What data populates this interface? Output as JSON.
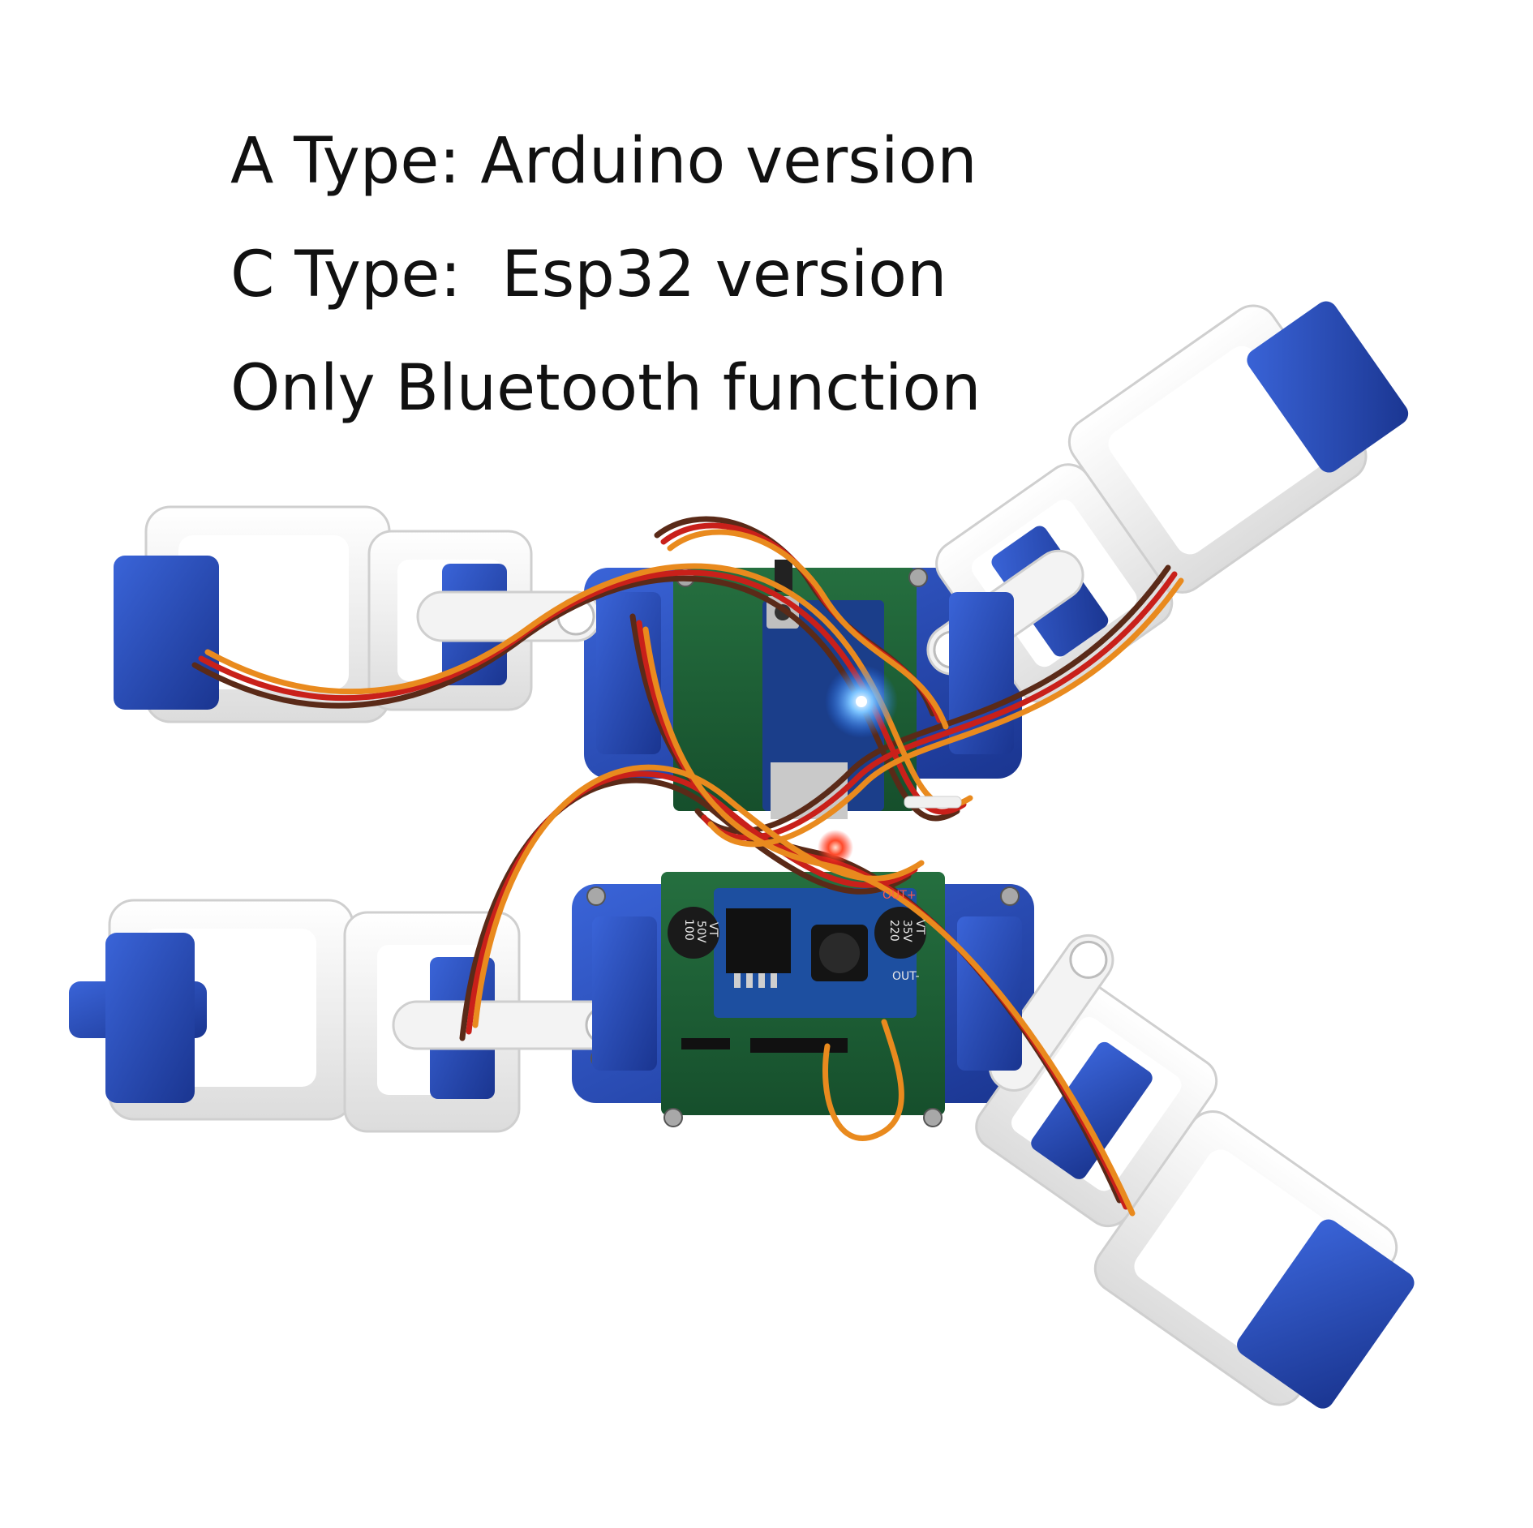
{
  "caption": {
    "line1": "A Type: Arduino version",
    "line2": "C Type:  Esp32 version",
    "line3": "Only Bluetooth function"
  },
  "board_labels": {
    "cap1_value": "100",
    "cap1_voltage": "50V",
    "cap1_mark": "VT",
    "cap2_value": "220",
    "cap2_voltage": "35V",
    "cap2_mark": "VT",
    "out_plus": "OUT+",
    "out_minus": "OUT-"
  },
  "colors": {
    "background": "#ffffff",
    "text": "#111111",
    "servo_blue": "#2a4fbf",
    "servo_blue_dark": "#1a3590",
    "bracket_white": "#f4f4f4",
    "bracket_shadow": "#d6d6d6",
    "pcb_green": "#1f6a3a",
    "chassis_blue": "#2448b0",
    "wire_orange": "#e98a1e",
    "wire_red": "#c9201a",
    "wire_brown": "#5a2a18",
    "led_blue": "#3aa0ff",
    "led_red": "#ff3a2a"
  }
}
